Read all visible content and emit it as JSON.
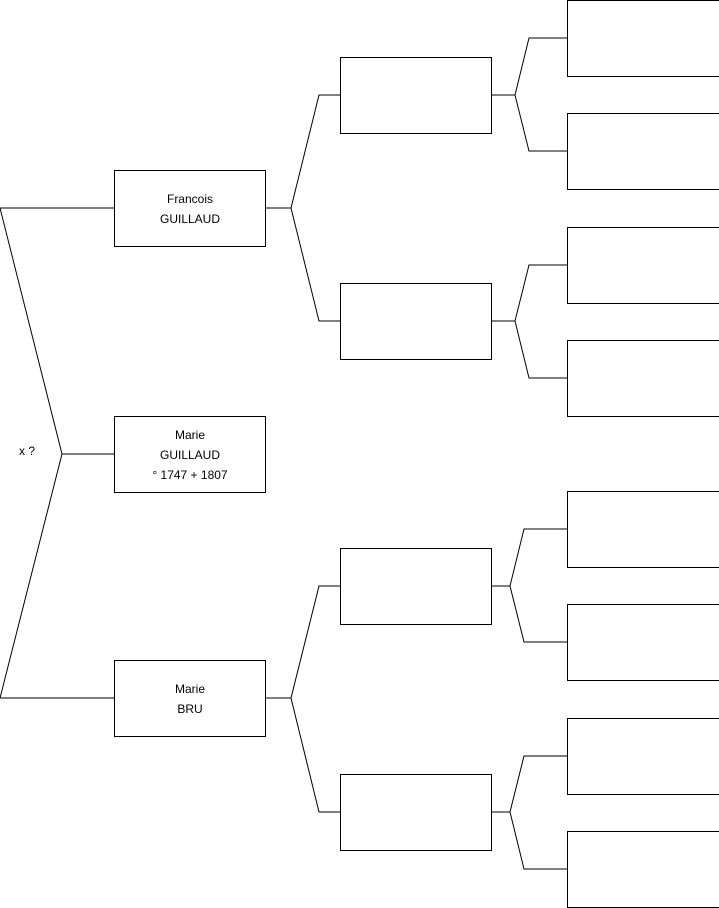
{
  "subject": {
    "first_name": "Marie",
    "surname": "GUILLAUD",
    "dates": "° 1747 + 1807"
  },
  "father": {
    "first_name": "Francois",
    "surname": "GUILLAUD"
  },
  "mother": {
    "first_name": "Marie",
    "surname": "BRU"
  },
  "marriage_label": "x ?",
  "paternal_grandparents": [
    {},
    {}
  ],
  "maternal_grandparents": [
    {},
    {}
  ],
  "great_grandparents": [
    {},
    {},
    {},
    {},
    {},
    {},
    {},
    {}
  ]
}
